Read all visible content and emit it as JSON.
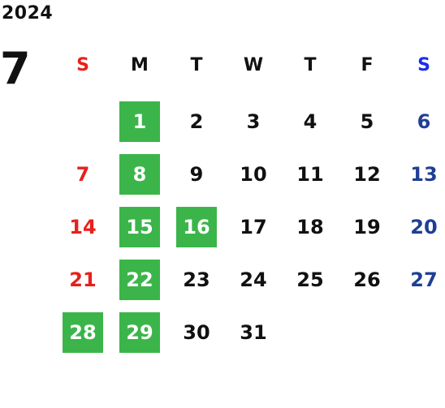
{
  "calendar": {
    "year": "2024",
    "month": "7",
    "weekdays": [
      {
        "label": "S",
        "color": "#e8201a"
      },
      {
        "label": "M",
        "color": "#111111"
      },
      {
        "label": "T",
        "color": "#111111"
      },
      {
        "label": "W",
        "color": "#111111"
      },
      {
        "label": "T",
        "color": "#111111"
      },
      {
        "label": "F",
        "color": "#111111"
      },
      {
        "label": "S",
        "color": "#1a2ee8"
      }
    ],
    "first_weekday_index": 1,
    "days_in_month": 31,
    "highlighted_days": [
      1,
      8,
      15,
      16,
      22,
      28,
      29
    ],
    "colors": {
      "highlight_bg": "#3bb54a",
      "highlight_text": "#ffffff",
      "sunday": "#e8201a",
      "saturday": "#1f3f94",
      "weekday": "#111111"
    }
  }
}
